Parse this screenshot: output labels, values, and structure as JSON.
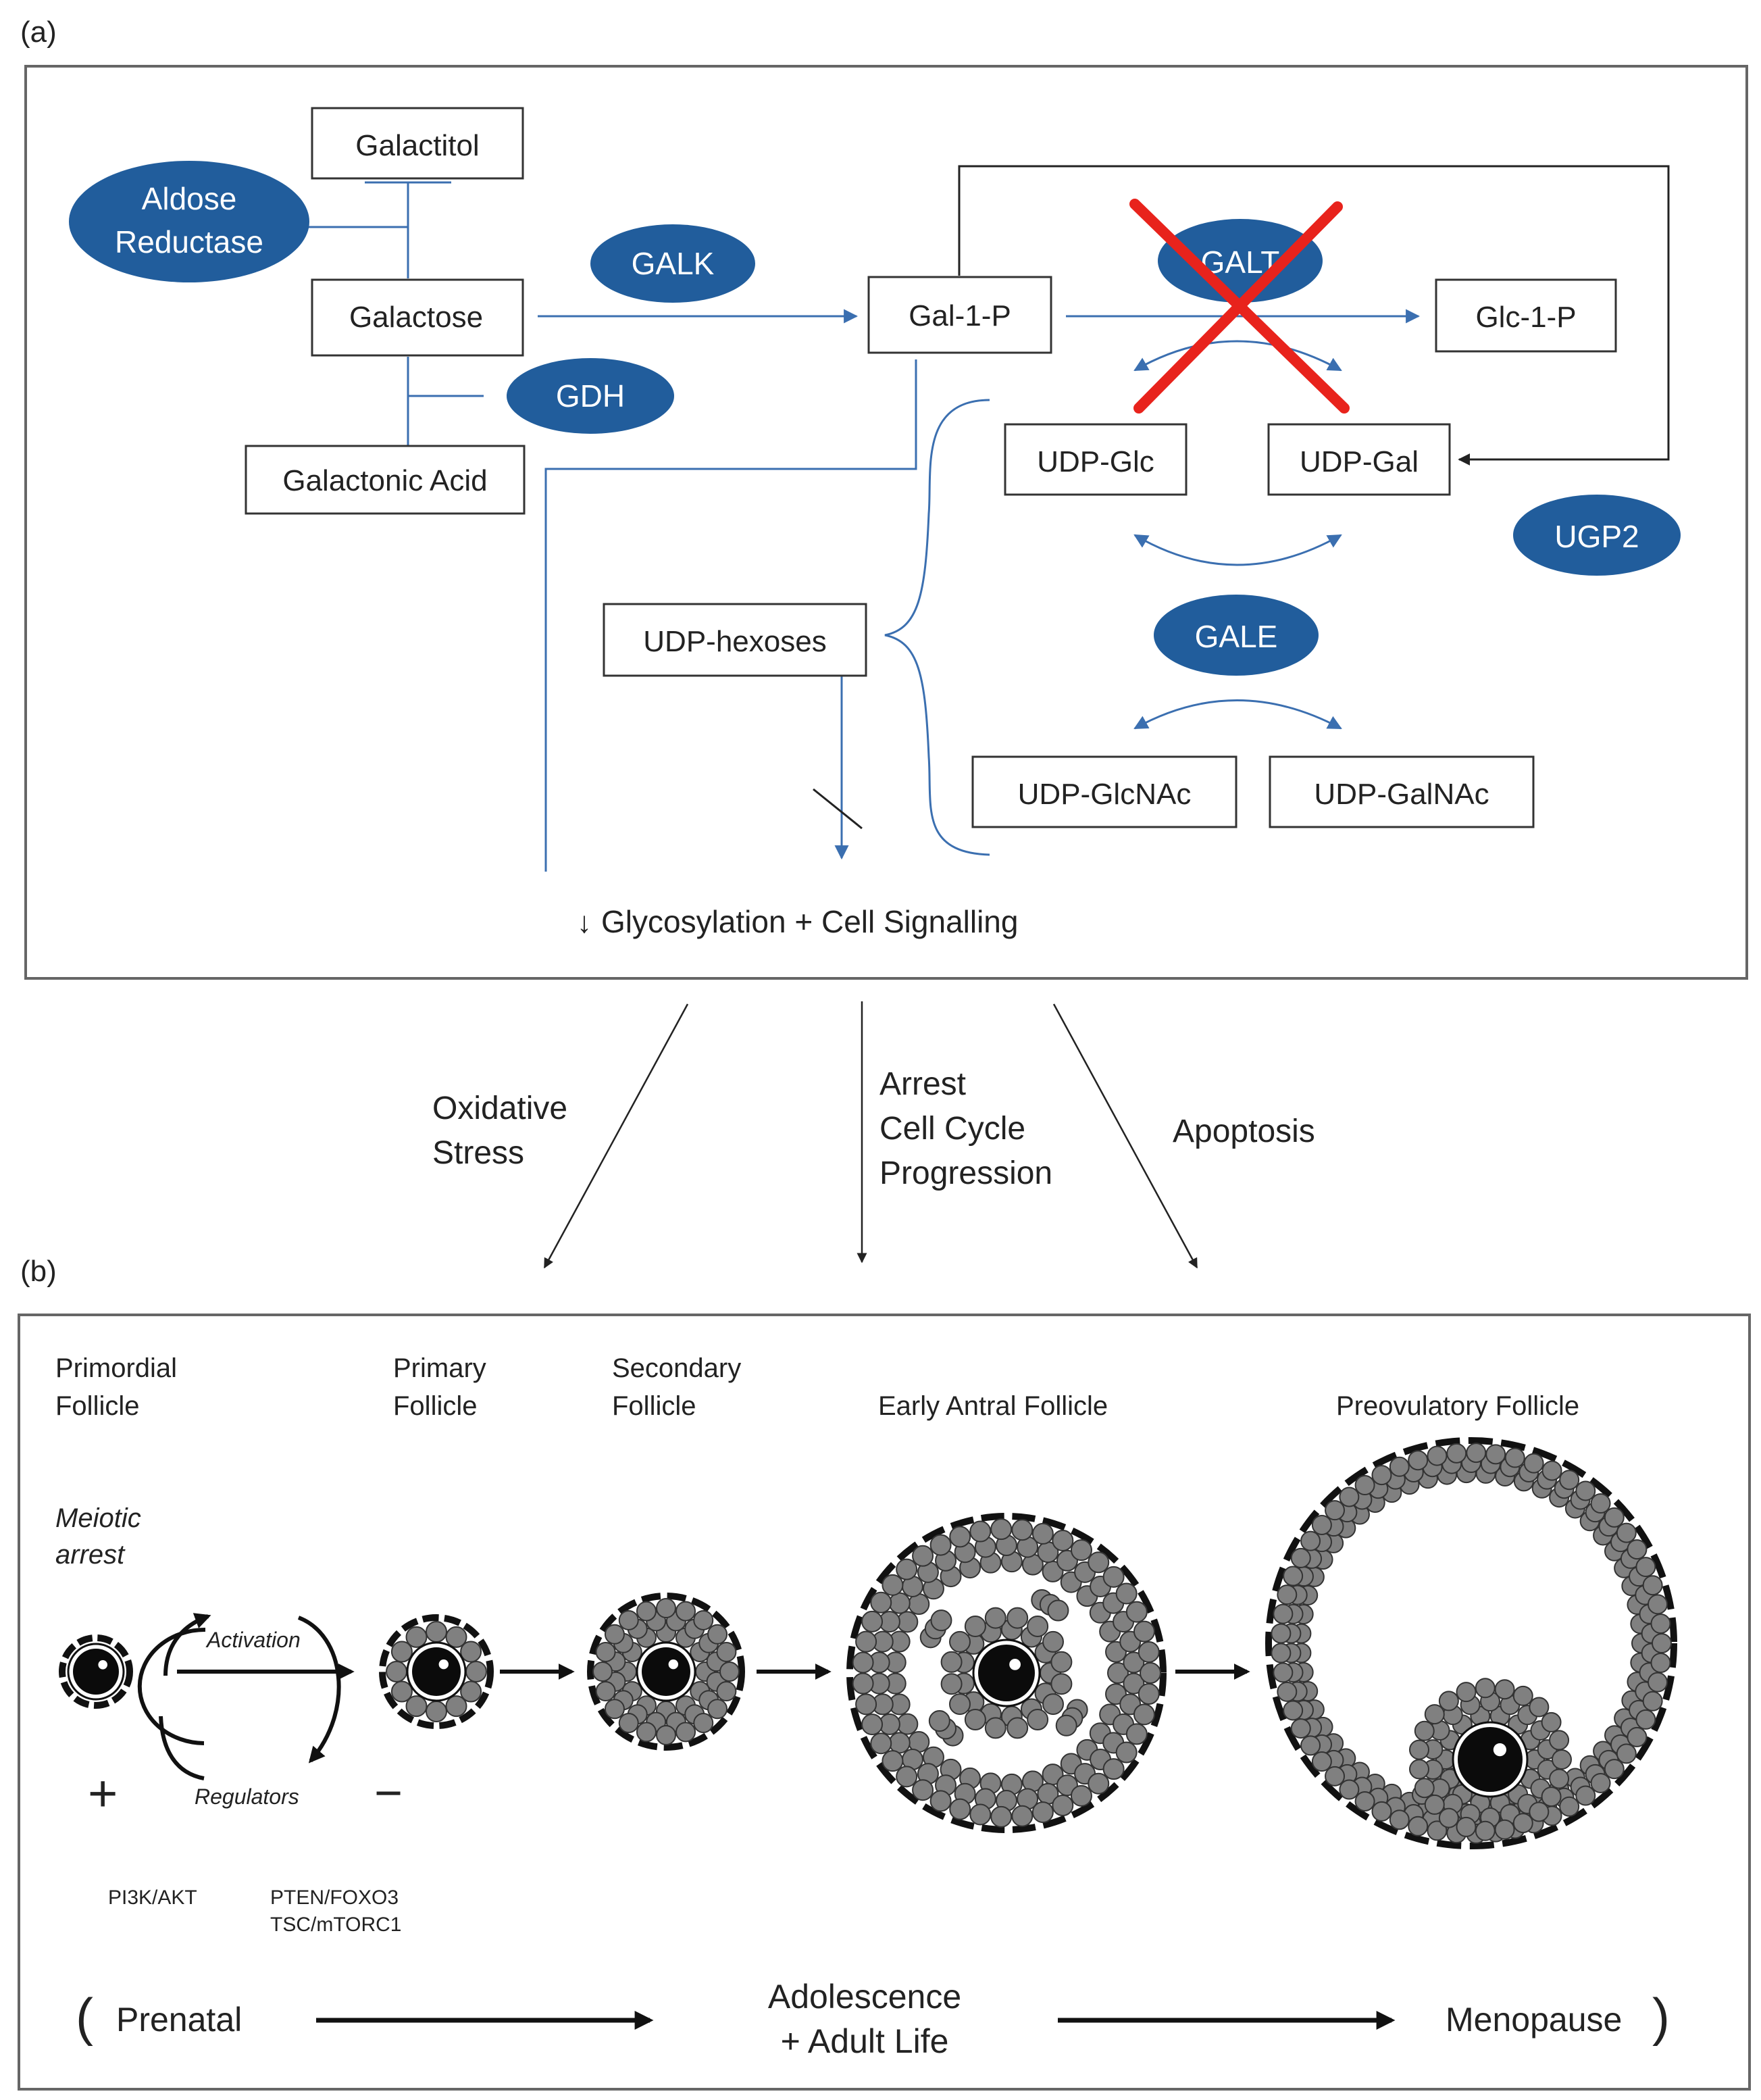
{
  "panel_a": {
    "label": "(a)",
    "metabolites": {
      "galactitol": "Galactitol",
      "galactose": "Galactose",
      "galactonic_acid": "Galactonic Acid",
      "gal1p": "Gal-1-P",
      "glc1p": "Glc-1-P",
      "udp_glc": "UDP-Glc",
      "udp_gal": "UDP-Gal",
      "udp_hexoses": "UDP-hexoses",
      "udp_glcnac": "UDP-GlcNAc",
      "udp_galnac": "UDP-GalNAc"
    },
    "enzymes": {
      "aldose_reductase_1": "Aldose",
      "aldose_reductase_2": "Reductase",
      "galk": "GALK",
      "gdh": "GDH",
      "galt": "GALT",
      "ugp2": "UGP2",
      "gale": "GALE"
    },
    "outcome": "Glycosylation + Cell Signalling",
    "outcome_arrow": "↓",
    "colors": {
      "enzyme": "#215d9c",
      "pathway": "#3b6fb0",
      "block": "#e8231c"
    }
  },
  "effects": {
    "oxidative_1": "Oxidative",
    "oxidative_2": "Stress",
    "arrest_1": "Arrest",
    "arrest_2": "Cell Cycle",
    "arrest_3": "Progression",
    "apoptosis": "Apoptosis"
  },
  "panel_b": {
    "label": "(b)",
    "stages": {
      "primordial_1": "Primordial",
      "primordial_2": "Follicle",
      "primary_1": "Primary",
      "primary_2": "Follicle",
      "secondary_1": "Secondary",
      "secondary_2": "Follicle",
      "early_antral": "Early Antral Follicle",
      "preovulatory": "Preovulatory Follicle"
    },
    "meiotic_1": "Meiotic",
    "meiotic_2": "arrest",
    "activation": "Activation",
    "regulators": "Regulators",
    "plus": "+",
    "minus": "−",
    "pos_regulator": "PI3K/AKT",
    "neg_regulator_1": "PTEN/FOXO3",
    "neg_regulator_2": "TSC/mTORC1",
    "timeline": {
      "open_paren": "(",
      "prenatal": "Prenatal",
      "adolescence_1": "Adolescence",
      "adolescence_2": "+ Adult Life",
      "menopause": "Menopause",
      "close_paren": ")"
    }
  }
}
